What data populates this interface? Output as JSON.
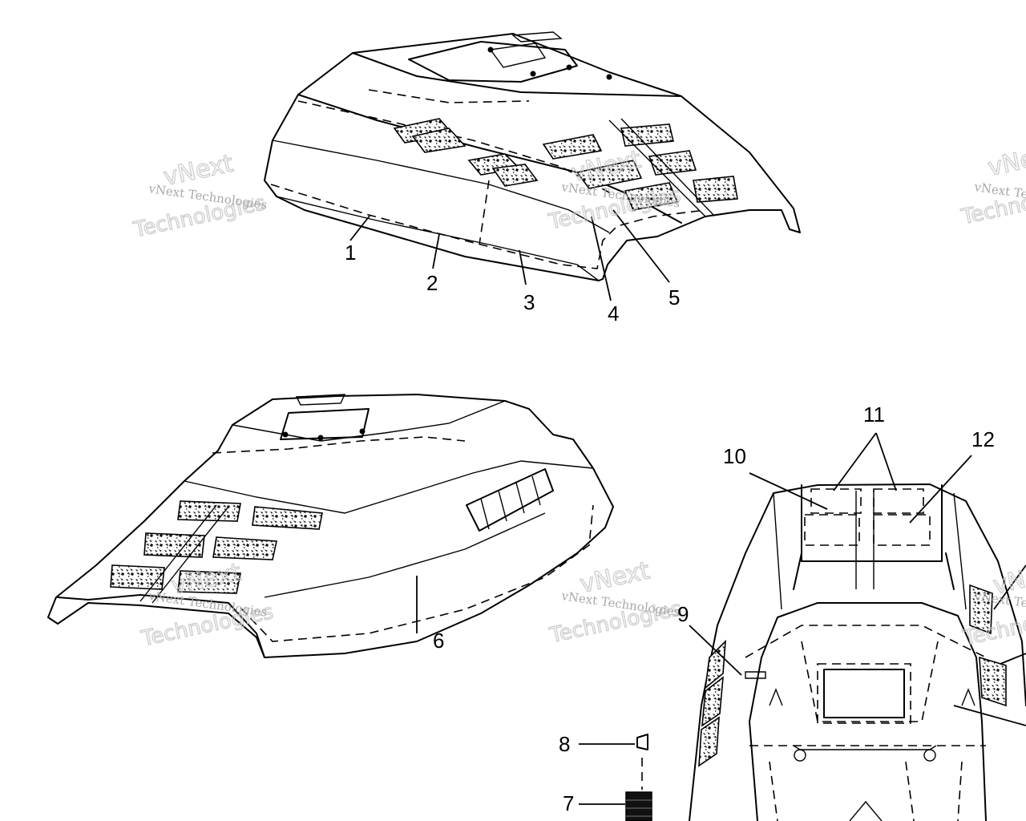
{
  "callouts": {
    "c1": "1",
    "c2": "2",
    "c3": "3",
    "c4": "4",
    "c5": "5",
    "c6": "6",
    "c7": "7",
    "c8": "8",
    "c9": "9",
    "c10": "10",
    "c11": "11",
    "c12": "12"
  },
  "watermark": {
    "brand": "vNext",
    "company": "vNext Technologies",
    "word": "Technologies"
  }
}
